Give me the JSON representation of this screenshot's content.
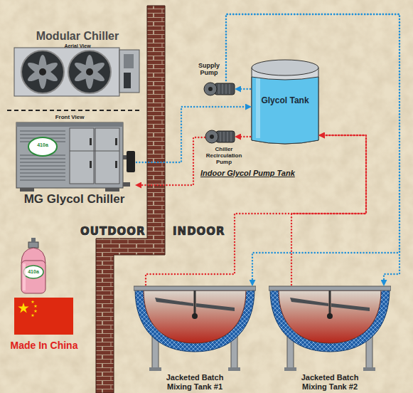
{
  "diagram": {
    "nodes": [
      {
        "text": [
          "Modular Chiller",
          "Aerial View"
        ]
      },
      {
        "text": [
          "Front View",
          "MG Glycol Chiller"
        ]
      },
      {
        "text": [
          "Glycol Tank"
        ]
      },
      {
        "text": [
          "Supply Pump"
        ]
      },
      {
        "text": [
          "Chiller Recirculation Pump"
        ]
      },
      {
        "text": [
          "Jacketed Batch Mixing Tank #1"
        ]
      },
      {
        "text": [
          "Jacketed Batch Mixing Tank #2"
        ]
      }
    ],
    "edges": [
      {
        "from": 1,
        "to": 2,
        "arrow": "to"
      },
      {
        "from": 2,
        "to": 3,
        "arrow": "to"
      },
      {
        "from": 3,
        "to": 5,
        "arrow": "to"
      },
      {
        "from": 3,
        "to": 6,
        "arrow": "to"
      },
      {
        "from": 5,
        "to": 2,
        "arrow": "to"
      },
      {
        "from": 6,
        "to": 2,
        "arrow": "to"
      },
      {
        "from": 2,
        "to": 4,
        "arrow": "to"
      },
      {
        "from": 4,
        "to": 1,
        "arrow": "to"
      }
    ],
    "labels": [
      "410a",
      "Indoor Glycol Pump Tank",
      "OUTDOOR",
      "INDOOR",
      "410a",
      "Made In China"
    ]
  }
}
